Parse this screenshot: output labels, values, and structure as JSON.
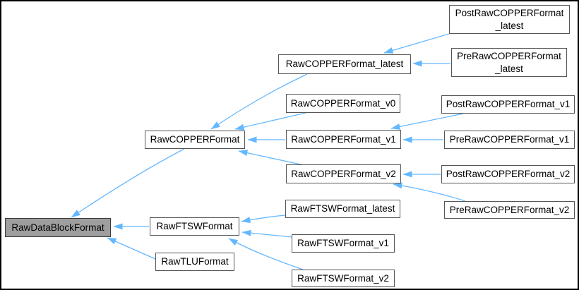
{
  "diagram": {
    "type": "class-inheritance-graph",
    "colors": {
      "background": "#ffffff",
      "frame": "#000000",
      "arrow": "#63B8FF",
      "node_border": "#565656",
      "node_fill": "#ffffff",
      "highlighted_node_fill": "#9E9E9E",
      "highlighted_node_border": "#3A3A3A",
      "text": "#000000"
    },
    "nodes": [
      {
        "id": "RawDataBlockFormat",
        "label": "RawDataBlockFormat",
        "highlighted": true
      },
      {
        "id": "RawCOPPERFormat",
        "label": "RawCOPPERFormat",
        "highlighted": false
      },
      {
        "id": "RawFTSWFormat",
        "label": "RawFTSWFormat",
        "highlighted": false
      },
      {
        "id": "RawTLUFormat",
        "label": "RawTLUFormat",
        "highlighted": false
      },
      {
        "id": "RawCOPPERFormat_latest",
        "label": "RawCOPPERFormat_latest",
        "highlighted": false
      },
      {
        "id": "RawCOPPERFormat_v0",
        "label": "RawCOPPERFormat_v0",
        "highlighted": false
      },
      {
        "id": "RawCOPPERFormat_v1",
        "label": "RawCOPPERFormat_v1",
        "highlighted": false
      },
      {
        "id": "RawCOPPERFormat_v2",
        "label": "RawCOPPERFormat_v2",
        "highlighted": false
      },
      {
        "id": "RawFTSWFormat_latest",
        "label": "RawFTSWFormat_latest",
        "highlighted": false
      },
      {
        "id": "RawFTSWFormat_v1",
        "label": "RawFTSWFormat_v1",
        "highlighted": false
      },
      {
        "id": "RawFTSWFormat_v2",
        "label": "RawFTSWFormat_v2",
        "highlighted": false
      },
      {
        "id": "PostRawCOPPERFormat_latest",
        "label": "PostRawCOPPERFormat\n_latest",
        "highlighted": false
      },
      {
        "id": "PreRawCOPPERFormat_latest",
        "label": "PreRawCOPPERFormat\n_latest",
        "highlighted": false
      },
      {
        "id": "PostRawCOPPERFormat_v1",
        "label": "PostRawCOPPERFormat_v1",
        "highlighted": false
      },
      {
        "id": "PreRawCOPPERFormat_v1",
        "label": "PreRawCOPPERFormat_v1",
        "highlighted": false
      },
      {
        "id": "PostRawCOPPERFormat_v2",
        "label": "PostRawCOPPERFormat_v2",
        "highlighted": false
      },
      {
        "id": "PreRawCOPPERFormat_v2",
        "label": "PreRawCOPPERFormat_v2",
        "highlighted": false
      }
    ],
    "edges": [
      {
        "from": "RawCOPPERFormat",
        "to": "RawDataBlockFormat"
      },
      {
        "from": "RawFTSWFormat",
        "to": "RawDataBlockFormat"
      },
      {
        "from": "RawTLUFormat",
        "to": "RawDataBlockFormat"
      },
      {
        "from": "RawCOPPERFormat_latest",
        "to": "RawCOPPERFormat"
      },
      {
        "from": "RawCOPPERFormat_v0",
        "to": "RawCOPPERFormat"
      },
      {
        "from": "RawCOPPERFormat_v1",
        "to": "RawCOPPERFormat"
      },
      {
        "from": "RawCOPPERFormat_v2",
        "to": "RawCOPPERFormat"
      },
      {
        "from": "PostRawCOPPERFormat_latest",
        "to": "RawCOPPERFormat_latest"
      },
      {
        "from": "PreRawCOPPERFormat_latest",
        "to": "RawCOPPERFormat_latest"
      },
      {
        "from": "PostRawCOPPERFormat_v1",
        "to": "RawCOPPERFormat_v1"
      },
      {
        "from": "PreRawCOPPERFormat_v1",
        "to": "RawCOPPERFormat_v1"
      },
      {
        "from": "PostRawCOPPERFormat_v2",
        "to": "RawCOPPERFormat_v2"
      },
      {
        "from": "PreRawCOPPERFormat_v2",
        "to": "RawCOPPERFormat_v2"
      },
      {
        "from": "RawFTSWFormat_latest",
        "to": "RawFTSWFormat"
      },
      {
        "from": "RawFTSWFormat_v1",
        "to": "RawFTSWFormat"
      },
      {
        "from": "RawFTSWFormat_v2",
        "to": "RawFTSWFormat"
      }
    ]
  }
}
